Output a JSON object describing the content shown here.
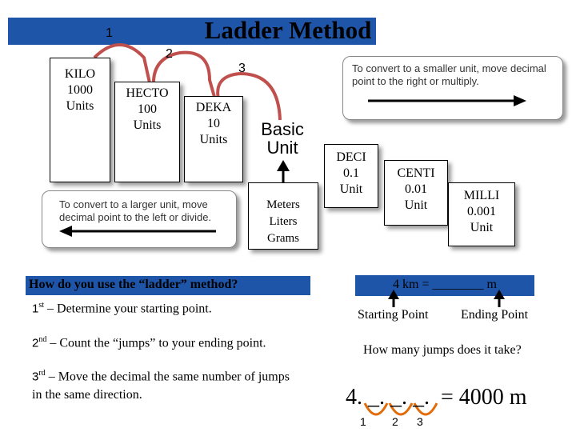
{
  "title": "Ladder Method",
  "colors": {
    "accent_blue": "#1f55a8",
    "arc_red": "#c0504d",
    "arc_orange": "#e36c0a"
  },
  "jump_labels": {
    "one": "1",
    "two": "2",
    "three": "3"
  },
  "steps": {
    "kilo": {
      "name": "KILO",
      "value": "1000",
      "unit": "Units"
    },
    "hecto": {
      "name": "HECTO",
      "value": "100",
      "unit": "Units"
    },
    "deka": {
      "name": "DEKA",
      "value": "10",
      "unit": "Units"
    },
    "basic": {
      "line1": "Basic",
      "line2": "Unit"
    },
    "deci": {
      "name": "DECI",
      "value": "0.1",
      "unit": "Unit"
    },
    "centi": {
      "name": "CENTI",
      "value": "0.01",
      "unit": "Unit"
    },
    "milli": {
      "name": "MILLI",
      "value": "0.001",
      "unit": "Unit"
    }
  },
  "basic_examples": [
    "Meters",
    "Liters",
    "Grams"
  ],
  "notes": {
    "smaller": "To convert to a smaller unit, move decimal  point to the right or multiply.",
    "larger": "To convert to a larger unit, move decimal  point to the left or divide."
  },
  "question": "How do you use the “ladder” method?",
  "instructions": [
    {
      "ordinal": "1",
      "suffix": "st",
      "text": " – Determine your starting point."
    },
    {
      "ordinal": "2",
      "suffix": "nd",
      "text": " – Count the “jumps” to your ending point."
    },
    {
      "ordinal": "3",
      "suffix": "rd",
      "text": " – Move the decimal the same number of jumps in the same direction."
    }
  ],
  "example": {
    "problem": "4 km = ________ m",
    "starting_point": "Starting Point",
    "ending_point": "Ending Point",
    "question": "How many jumps does it take?",
    "answer": "4. _. _. _.  = 4000 m",
    "jump_numbers": [
      "1",
      "2",
      "3"
    ]
  }
}
